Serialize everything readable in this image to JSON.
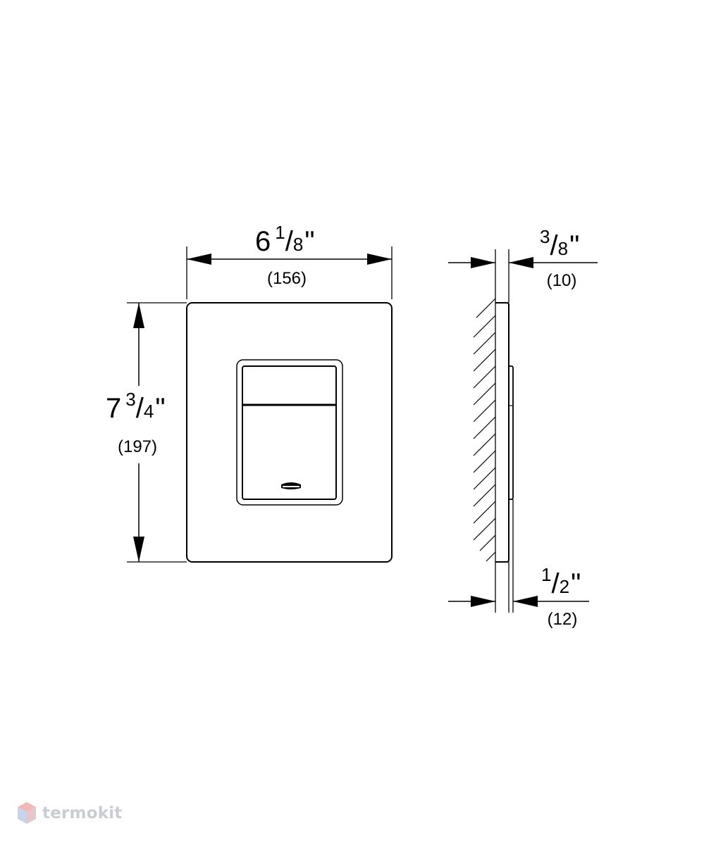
{
  "dimensions": {
    "width": {
      "whole": "6",
      "numerator": "1",
      "denominator": "8",
      "unit": "\"",
      "mm": "(156)"
    },
    "height": {
      "whole": "7",
      "numerator": "3",
      "denominator": "4",
      "unit": "\"",
      "mm": "(197)"
    },
    "depth_top": {
      "numerator": "3",
      "denominator": "8",
      "unit": "\"",
      "mm": "(10)"
    },
    "depth_bottom": {
      "numerator": "1",
      "denominator": "2",
      "unit": "\"",
      "mm": "(12)"
    }
  },
  "watermark": {
    "text": "termokit",
    "icon": "hexagon-logo-icon"
  },
  "colors": {
    "line": "#000000",
    "watermark_text": "#c9ccd3",
    "watermark_logo_top": "#f2b7b7",
    "watermark_logo_left": "#c8d3ee",
    "watermark_logo_right": "#e7c6cc"
  }
}
